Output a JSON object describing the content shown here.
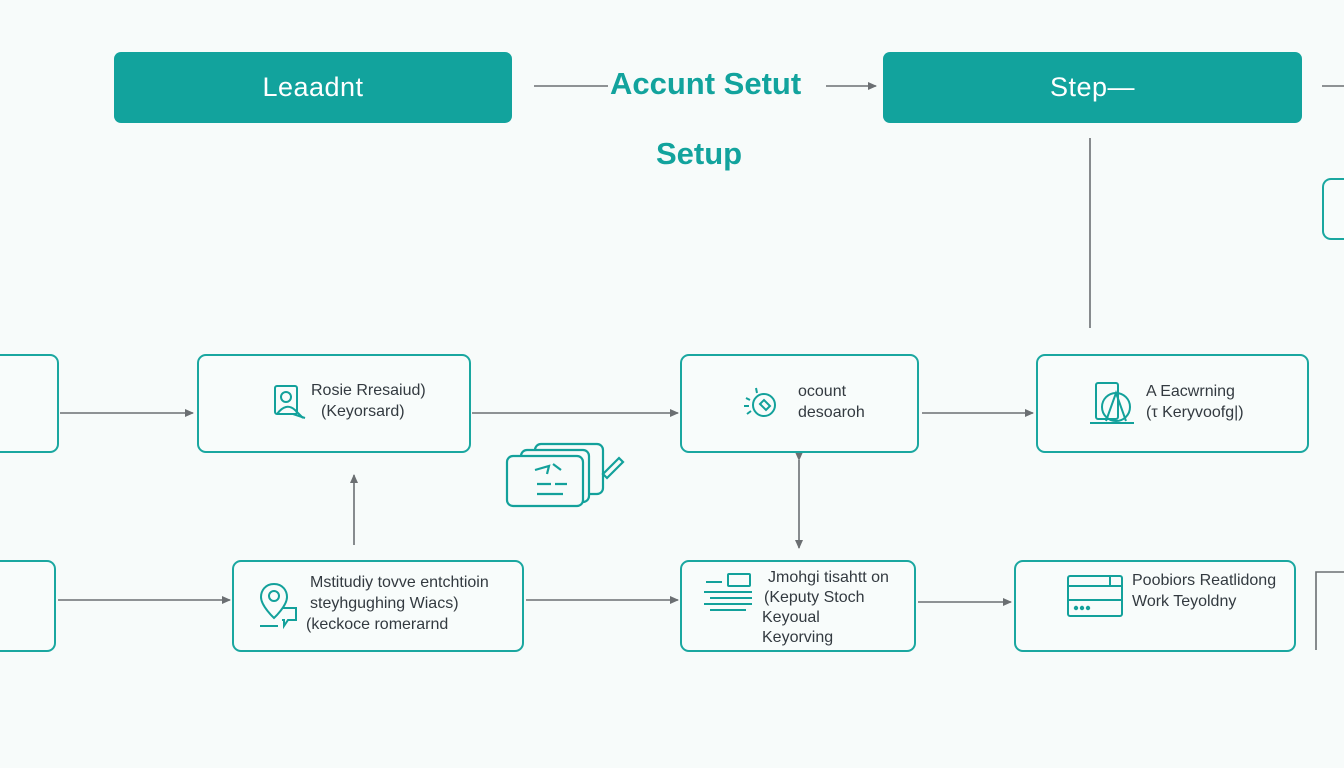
{
  "header": {
    "left_box_label": "Leaadnt",
    "title": "Accunt Setut",
    "subtitle": "Setup",
    "right_box_label": "Step—"
  },
  "top_row": [
    {
      "lines": [
        "Rosie Rresaiud)",
        "(Keyorsard)"
      ],
      "icon": "profile-card-icon"
    },
    {
      "lines": [
        "ocount",
        "desoaroh"
      ],
      "icon": "magnifier-tag-icon"
    },
    {
      "lines": [
        "A Eacwrning",
        "(τ Keryvoofg|)"
      ],
      "icon": "document-compass-icon"
    }
  ],
  "bottom_row": [
    {
      "lines": [
        "Mstitudiy tovve entchtioin",
        "steyhgughing Wiacs)",
        "(keckoce romerarnd"
      ],
      "icon": "location-chat-icon"
    },
    {
      "lines": [
        "Jmohgi tisahtt on",
        "(Keputy Stoch",
        "Keyoual",
        "Keyorving"
      ],
      "icon": "list-lines-icon"
    },
    {
      "lines": [
        "Poobiors Reatlidong",
        "Work Teyoldny"
      ],
      "icon": "browser-window-icon"
    }
  ],
  "floating_icon": "cards-pen-icon",
  "colors": {
    "accent": "#12a39d",
    "line": "#6b6f72",
    "text": "#333a40",
    "background": "#f7fbfa"
  }
}
